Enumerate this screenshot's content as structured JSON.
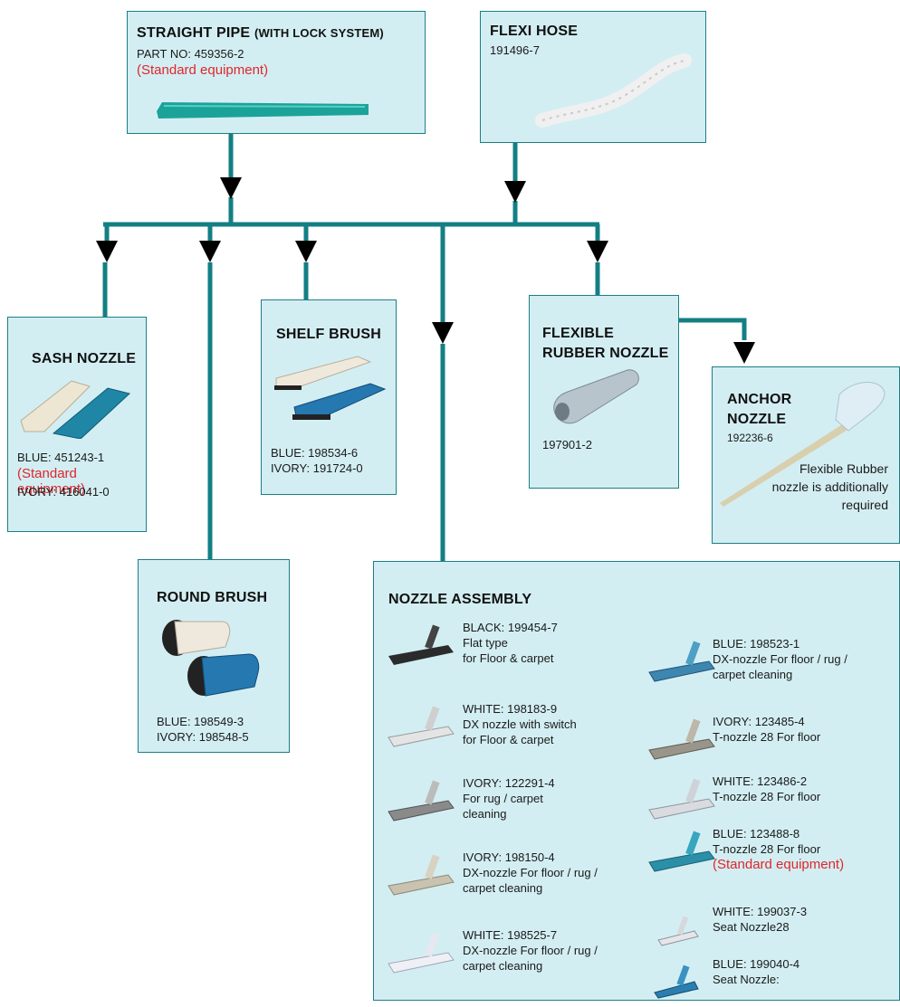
{
  "colors": {
    "line": "#137f84",
    "box_bg": "#d3eef2",
    "box_border": "#1a7f85",
    "accent_red": "#e0262c"
  },
  "straight_pipe": {
    "title": "STRAIGHT PIPE",
    "subtitle": "(WITH LOCK SYSTEM)",
    "part_no": "PART NO: 459356-2",
    "standard": "(Standard equipment)"
  },
  "flexi_hose": {
    "title": "FLEXI HOSE",
    "part_no": "191496-7"
  },
  "sash_nozzle": {
    "title": "SASH NOZZLE",
    "blue": "BLUE: 451243-1",
    "standard": "(Standard equipment)",
    "ivory": "IVORY: 416041-0"
  },
  "shelf_brush": {
    "title": "SHELF BRUSH",
    "blue": "BLUE: 198534-6",
    "ivory": "IVORY: 191724-0"
  },
  "flexible_rubber_nozzle": {
    "title_1": "FLEXIBLE",
    "title_2": "RUBBER NOZZLE",
    "part_no": "197901-2"
  },
  "anchor_nozzle": {
    "title_1": "ANCHOR",
    "title_2": "NOZZLE",
    "part_no": "192236-6",
    "note_1": "Flexible Rubber",
    "note_2": "nozzle is additionally",
    "note_3": "required"
  },
  "round_brush": {
    "title": "ROUND BRUSH",
    "blue": "BLUE: 198549-3",
    "ivory": "IVORY: 198548-5"
  },
  "nozzle_assembly": {
    "title": "NOZZLE ASSEMBLY",
    "left": [
      {
        "l1": "BLACK: 199454-7",
        "l2": "Flat type",
        "l3": "for Floor & carpet"
      },
      {
        "l1": "WHITE: 198183-9",
        "l2": "DX nozzle with switch",
        "l3": "for Floor & carpet"
      },
      {
        "l1": "IVORY: 122291-4",
        "l2": "For rug / carpet",
        "l3": "cleaning"
      },
      {
        "l1": "IVORY: 198150-4",
        "l2": "DX-nozzle For floor / rug /",
        "l3": "carpet cleaning"
      },
      {
        "l1": "WHITE: 198525-7",
        "l2": "DX-nozzle For floor / rug /",
        "l3": "carpet cleaning"
      }
    ],
    "right": [
      {
        "l1": "BLUE: 198523-1",
        "l2": "DX-nozzle For floor / rug /",
        "l3": "carpet cleaning"
      },
      {
        "l1": "IVORY: 123485-4",
        "l2": "T-nozzle 28 For floor",
        "l3": ""
      },
      {
        "l1": "WHITE: 123486-2",
        "l2": "T-nozzle 28 For floor",
        "l3": ""
      },
      {
        "l1": "BLUE: 123488-8",
        "l2": "T-nozzle 28 For floor",
        "l3": "(Standard equipment)"
      },
      {
        "l1": "WHITE: 199037-3",
        "l2": "Seat Nozzle28",
        "l3": ""
      },
      {
        "l1": "BLUE: 199040-4",
        "l2": "Seat Nozzle:",
        "l3": ""
      }
    ]
  }
}
